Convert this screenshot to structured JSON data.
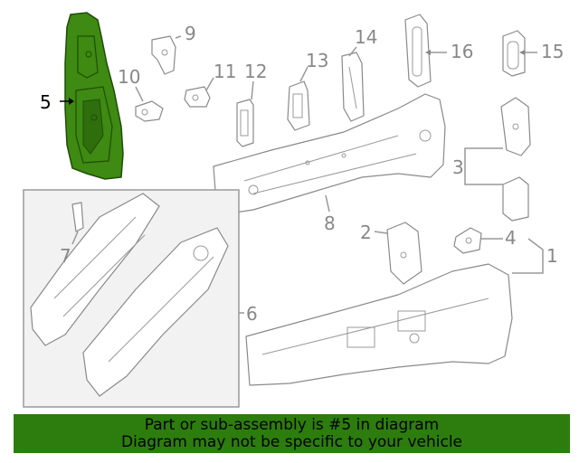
{
  "diagram": {
    "callouts": [
      {
        "id": "1",
        "label": "1"
      },
      {
        "id": "2",
        "label": "2"
      },
      {
        "id": "3",
        "label": "3"
      },
      {
        "id": "4",
        "label": "4"
      },
      {
        "id": "5",
        "label": "5",
        "highlighted": true
      },
      {
        "id": "6",
        "label": "6"
      },
      {
        "id": "7",
        "label": "7"
      },
      {
        "id": "8",
        "label": "8"
      },
      {
        "id": "9",
        "label": "9"
      },
      {
        "id": "10",
        "label": "10"
      },
      {
        "id": "11",
        "label": "11"
      },
      {
        "id": "12",
        "label": "12"
      },
      {
        "id": "13",
        "label": "13"
      },
      {
        "id": "14",
        "label": "14"
      },
      {
        "id": "15",
        "label": "15"
      },
      {
        "id": "16",
        "label": "16"
      }
    ],
    "highlight_color": "#2d7d0e"
  },
  "banner": {
    "line1": "Part or sub-assembly is #5 in diagram",
    "line2": "Diagram may not be specific to your vehicle"
  }
}
